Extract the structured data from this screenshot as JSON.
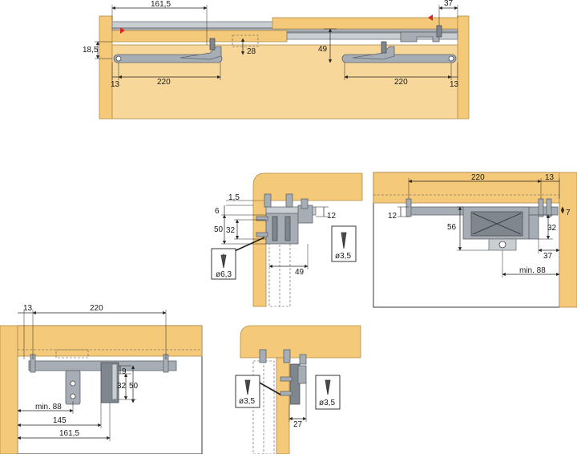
{
  "figure_top": {
    "dims": {
      "d161_5": "161,5",
      "d37": "37",
      "d18_5": "18,5",
      "d28": "28",
      "d49": "49",
      "d13_left": "13",
      "d220_left": "220",
      "d220_right": "220",
      "d13_right": "13"
    }
  },
  "figure_mid_left": {
    "dims": {
      "d1_5": "1,5",
      "d6": "6",
      "d12": "12",
      "d50": "50",
      "d32": "32",
      "d49": "49"
    },
    "screw_left": "ø6,3",
    "screw_right": "ø3,5"
  },
  "figure_mid_right": {
    "dims": {
      "d220": "220",
      "d13": "13",
      "d12": "12",
      "d7": "7",
      "d56": "56",
      "d32": "32",
      "d37": "37",
      "dmin88": "min. 88"
    }
  },
  "figure_bottom_left": {
    "dims": {
      "d13": "13",
      "d220": "220",
      "d9": "9",
      "d32": "32",
      "d50": "50",
      "dmin88": "min. 88",
      "d145": "145",
      "d161_5": "161,5"
    }
  },
  "figure_bottom_right": {
    "dims": {
      "d27": "27"
    },
    "screw_left": "ø3,5",
    "screw_right": "ø3,5"
  }
}
